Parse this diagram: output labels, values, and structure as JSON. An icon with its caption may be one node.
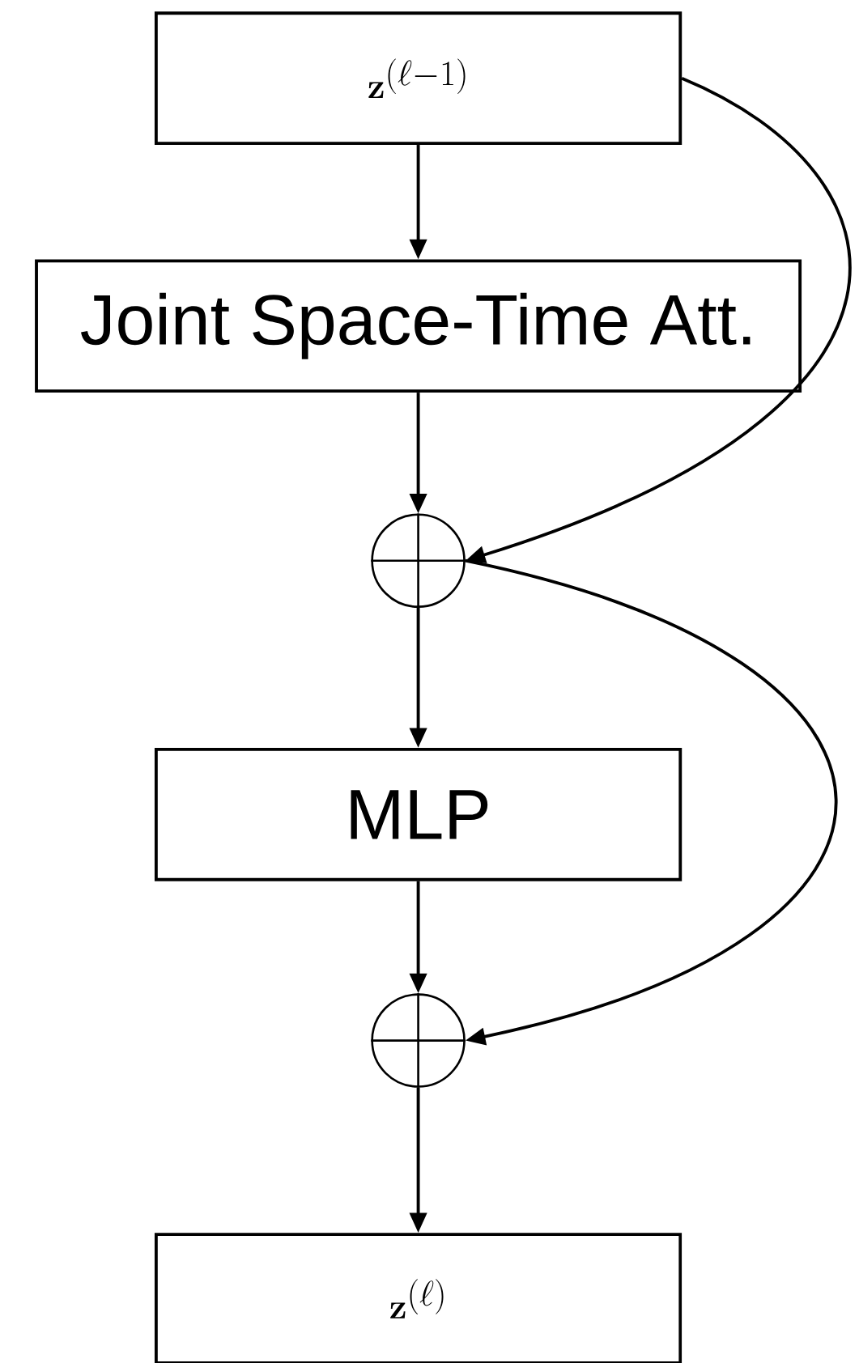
{
  "diagram": {
    "nodes": [
      {
        "text": [
          "\\mathbf{z}^{(\\ell-1)}"
        ]
      },
      {
        "text": [
          "Joint Space-Time Att."
        ]
      },
      {
        "text": [],
        "shape": "circle"
      },
      {
        "text": [
          "MLP"
        ]
      },
      {
        "text": [],
        "shape": "circle"
      },
      {
        "text": [
          "\\mathbf{z}^{(\\ell)}"
        ]
      }
    ],
    "edges": [
      {
        "from": 0,
        "to": 1,
        "arrow": "to"
      },
      {
        "from": 1,
        "to": 2,
        "arrow": "to"
      },
      {
        "from": 0,
        "to": 2,
        "arrow": "to"
      },
      {
        "from": 2,
        "to": 3,
        "arrow": "to"
      },
      {
        "from": 2,
        "to": 4,
        "arrow": "to"
      },
      {
        "from": 3,
        "to": 4,
        "arrow": "to"
      },
      {
        "from": 4,
        "to": 5,
        "arrow": "to"
      }
    ]
  }
}
